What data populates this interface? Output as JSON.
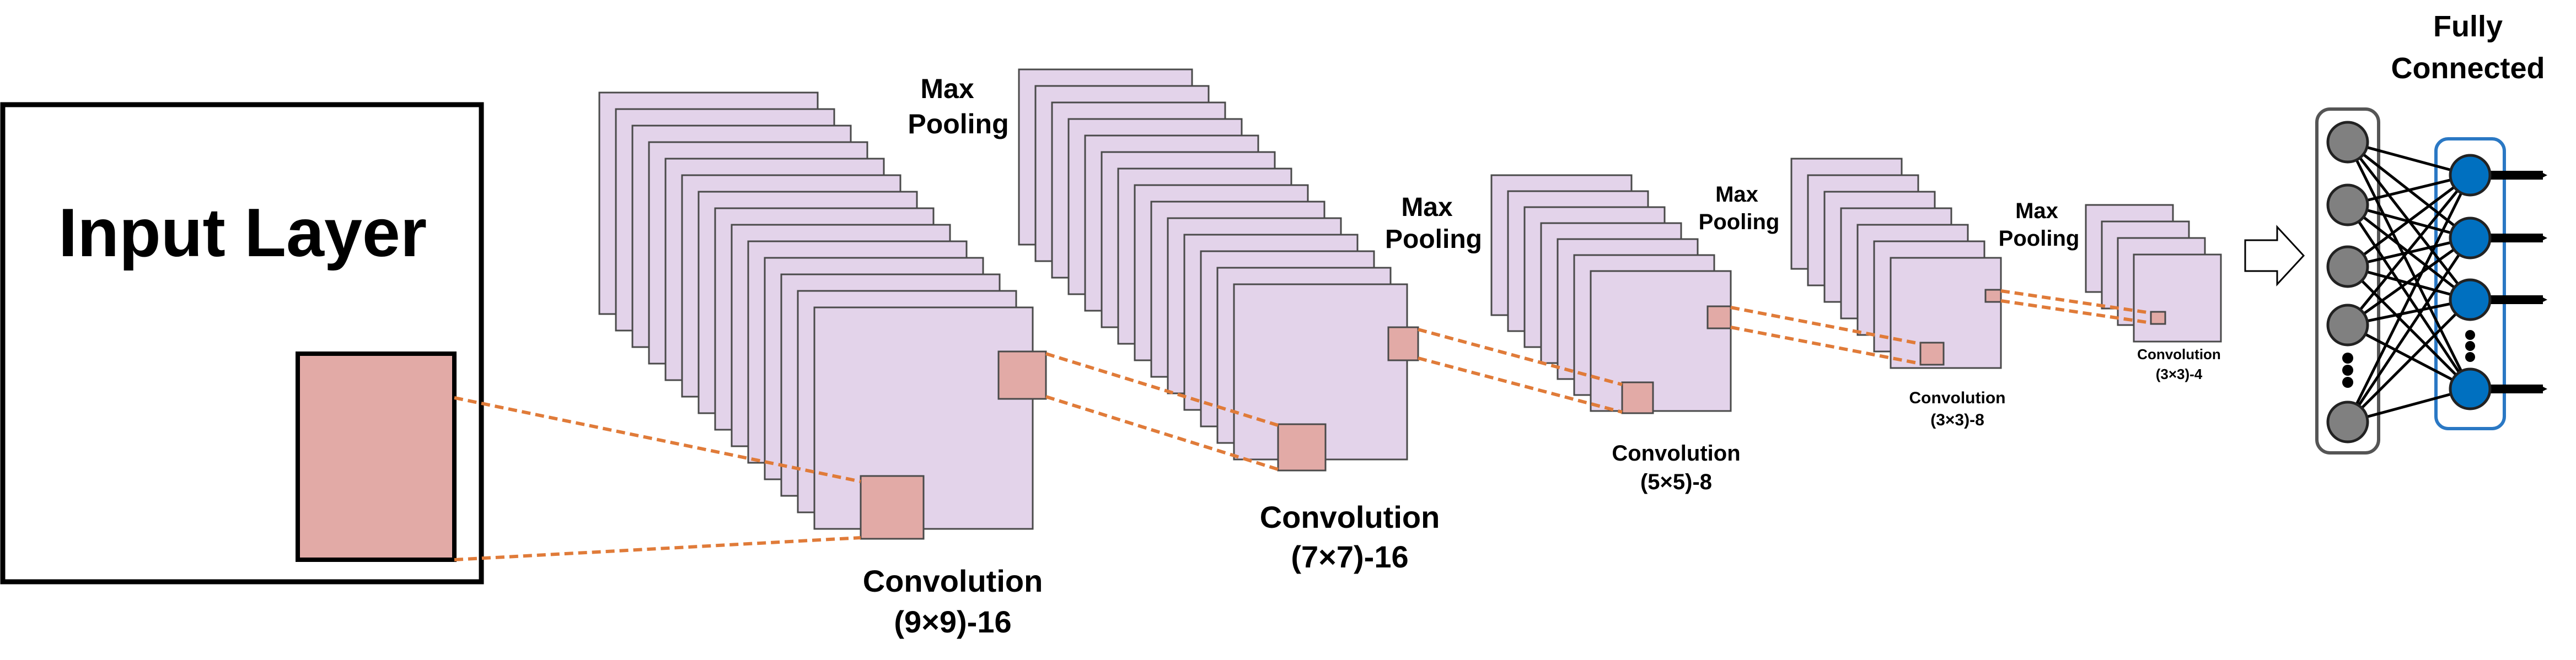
{
  "input_layer": {
    "label": "Input Layer"
  },
  "stages": [
    {
      "label_line1": "Convolution",
      "label_line2": "(9×9)-16",
      "pool_line1": "Max",
      "pool_line2": "Pooling"
    },
    {
      "label_line1": "Convolution",
      "label_line2": "(7×7)-16",
      "pool_line1": "Max",
      "pool_line2": "Pooling"
    },
    {
      "label_line1": "Convolution",
      "label_line2": "(5×5)-8",
      "pool_line1": "Max",
      "pool_line2": "Pooling"
    },
    {
      "label_line1": "Convolution",
      "label_line2": "(3×3)-8",
      "pool_line1": "Max",
      "pool_line2": "Pooling"
    },
    {
      "label_line1": "Convolution",
      "label_line2": "(3×3)-4"
    }
  ],
  "fully_connected": {
    "title_line1": "Fully",
    "title_line2": "Connected"
  },
  "colors": {
    "feature_map": "#e3d3ea",
    "kernel": "#e2aaa6",
    "connector": "#e07b39",
    "neuron_gray": "#808080",
    "neuron_blue": "#0070c0"
  }
}
